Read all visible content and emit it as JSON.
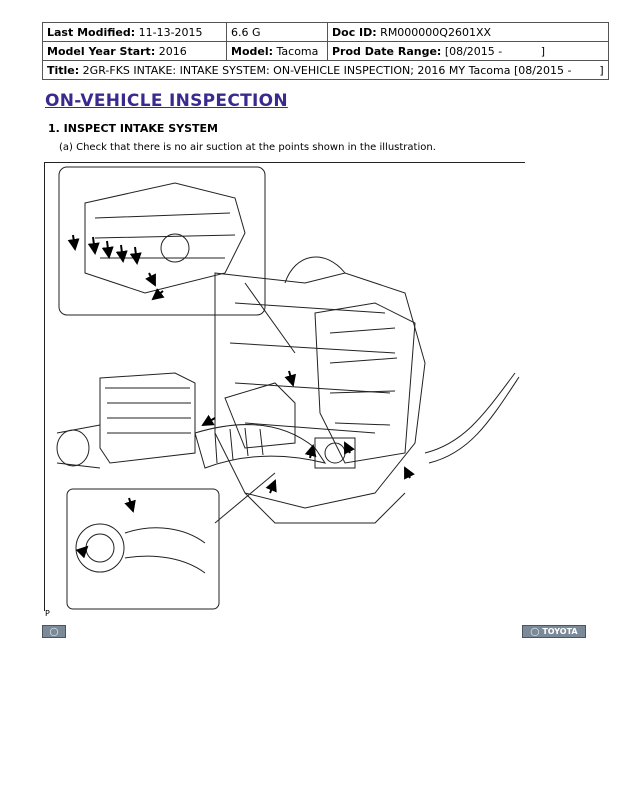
{
  "header": {
    "last_modified_label": "Last Modified:",
    "last_modified_value": "11-13-2015",
    "version": "6.6 G",
    "doc_id_label": "Doc ID:",
    "doc_id_value": "RM000000Q2601XX",
    "model_year_label": "Model Year Start:",
    "model_year_value": "2016",
    "model_label": "Model:",
    "model_value": "Tacoma",
    "prod_date_label": "Prod Date Range:",
    "prod_date_value": "[08/2015 -           ]",
    "title_label": "Title:",
    "title_value": "2GR-FKS INTAKE: INTAKE SYSTEM: ON-VEHICLE INSPECTION; 2016 MY Tacoma [08/2015 -        ]"
  },
  "content": {
    "heading": "ON-VEHICLE INSPECTION",
    "step": "1. INSPECT INTAKE SYSTEM",
    "substep": "(a) Check that there is no air suction at the points shown in the illustration.",
    "illustration_code": "P"
  },
  "nav": {
    "right_label": "TOYOTA"
  },
  "colors": {
    "heading": "#3b2a8e",
    "nav_button": "#7b8a99"
  }
}
